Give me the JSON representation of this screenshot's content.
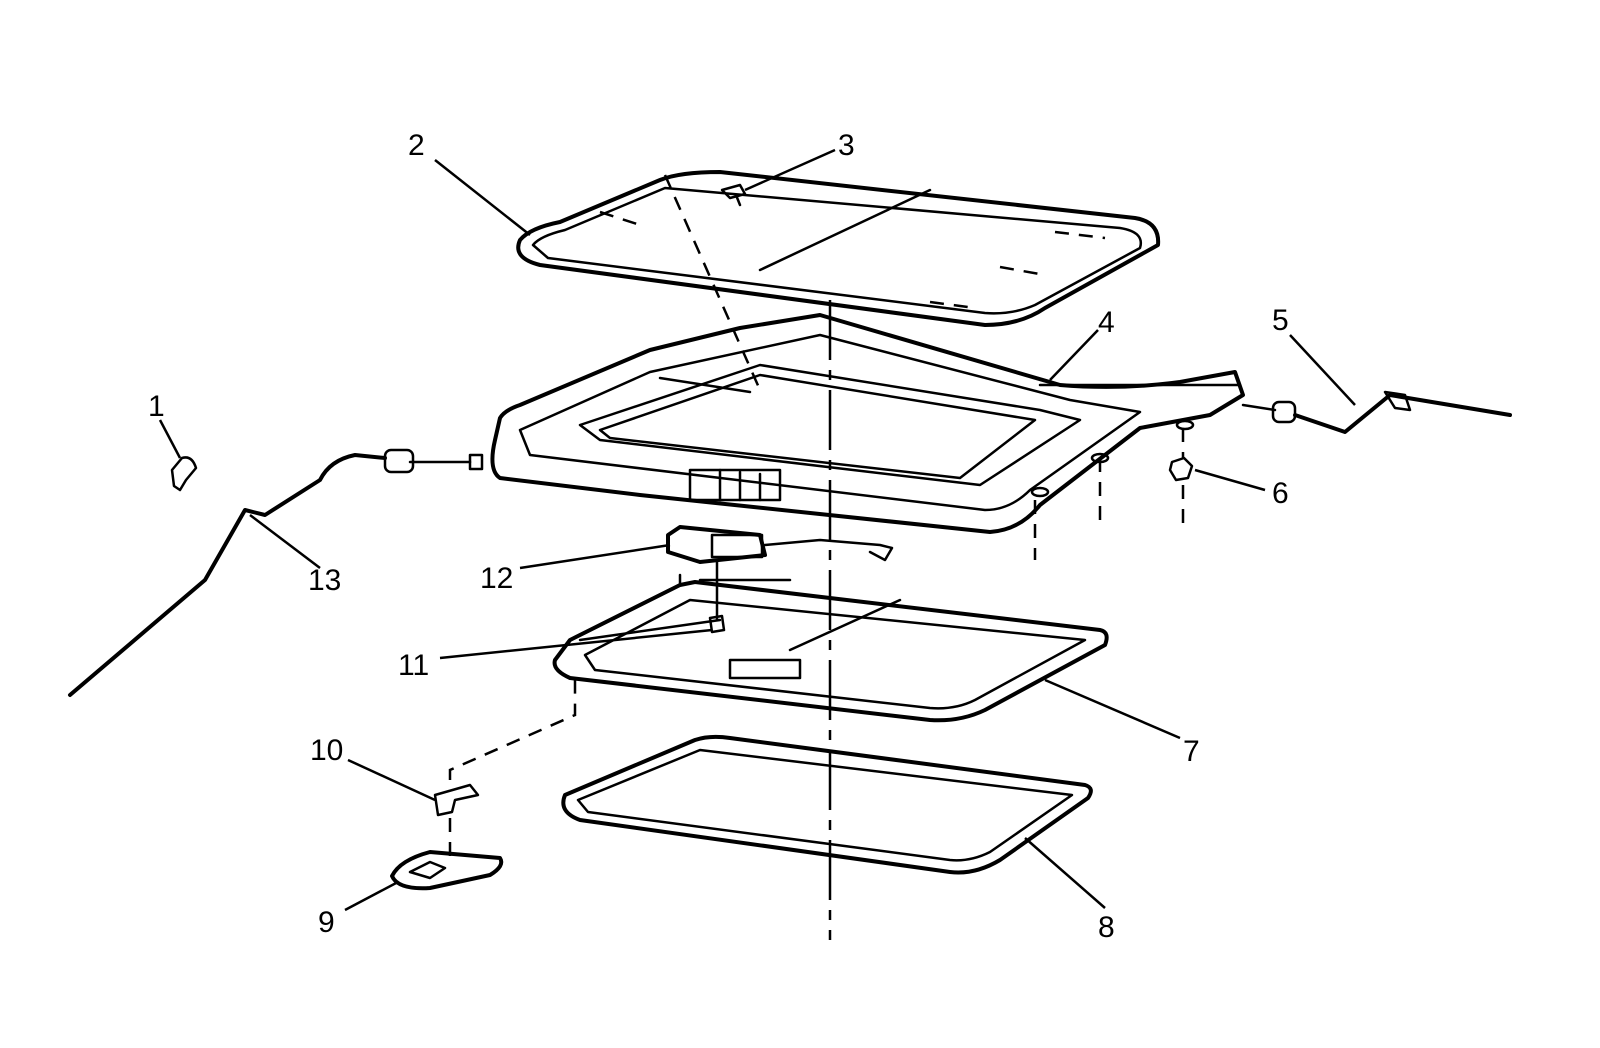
{
  "diagram": {
    "callouts": [
      {
        "id": "1",
        "label": "1"
      },
      {
        "id": "2",
        "label": "2"
      },
      {
        "id": "3",
        "label": "3"
      },
      {
        "id": "4",
        "label": "4"
      },
      {
        "id": "5",
        "label": "5"
      },
      {
        "id": "6",
        "label": "6"
      },
      {
        "id": "7",
        "label": "7"
      },
      {
        "id": "8",
        "label": "8"
      },
      {
        "id": "9",
        "label": "9"
      },
      {
        "id": "10",
        "label": "10"
      },
      {
        "id": "11",
        "label": "11"
      },
      {
        "id": "12",
        "label": "12"
      },
      {
        "id": "13",
        "label": "13"
      }
    ],
    "colors": {
      "line": "#000000",
      "background": "#ffffff",
      "shade": "#c8c8c8"
    }
  }
}
